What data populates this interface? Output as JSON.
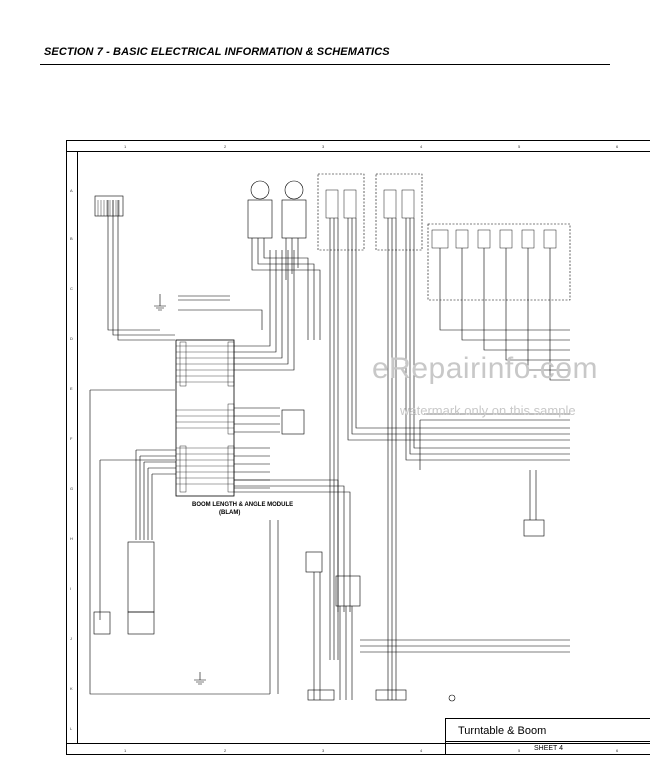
{
  "header": {
    "section_title": "SECTION 7 - BASIC ELECTRICAL INFORMATION & SCHEMATICS"
  },
  "module": {
    "name_line1": "BOOM LENGTH & ANGLE MODULE",
    "name_line2": "(BLAM)"
  },
  "title_block": {
    "sheet_name": "Turntable & Boom",
    "sheet_number": "SHEET 4"
  },
  "watermark": {
    "brand": "eRepairinfo.com",
    "notice": "watermark only on this sample"
  },
  "ruler": {
    "top_ticks": [
      "1",
      "2",
      "3",
      "4",
      "5",
      "6"
    ],
    "bottom_ticks": [
      "1",
      "2",
      "3",
      "4",
      "5",
      "6"
    ],
    "left_ticks": [
      "A",
      "B",
      "C",
      "D",
      "E",
      "F",
      "G",
      "H",
      "I",
      "J",
      "K",
      "L"
    ]
  },
  "colors": {
    "line": "#000000",
    "watermark": "#c8c8c8"
  }
}
